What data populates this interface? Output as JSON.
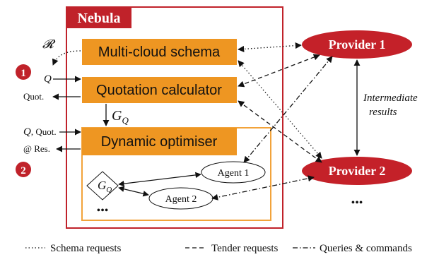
{
  "colors": {
    "nebula_red": "#C0222A",
    "orange": "#EE9622",
    "orange_border": "#F2A33A",
    "provider_red": "#C42129",
    "text": "#111111",
    "white": "#ffffff"
  },
  "nebula": {
    "title": "Nebula"
  },
  "components": {
    "schema": "Multi-cloud schema",
    "quotation": "Quotation calculator",
    "optimiser": "Dynamic optimiser"
  },
  "providers": {
    "p1": "Provider 1",
    "p2": "Provider 2",
    "more": "•••"
  },
  "agents": {
    "a1": "Agent 1",
    "a2": "Agent 2",
    "gq_main": "G",
    "gq_sub": "Q",
    "more": "•••"
  },
  "side_labels": {
    "R": "𝓡",
    "Q": "Q",
    "quot": "Quot.",
    "gq_main": "G",
    "gq_sub": "Q",
    "q_quot_Q": "Q",
    "q_quot_rest": ", Quot.",
    "res": "@ Res.",
    "step1": "1",
    "step2": "2"
  },
  "intermediate": {
    "line1": "Intermediate",
    "line2": "results"
  },
  "legend": {
    "schema": "Schema requests",
    "tender": "Tender requests",
    "queries": "Queries & commands"
  }
}
